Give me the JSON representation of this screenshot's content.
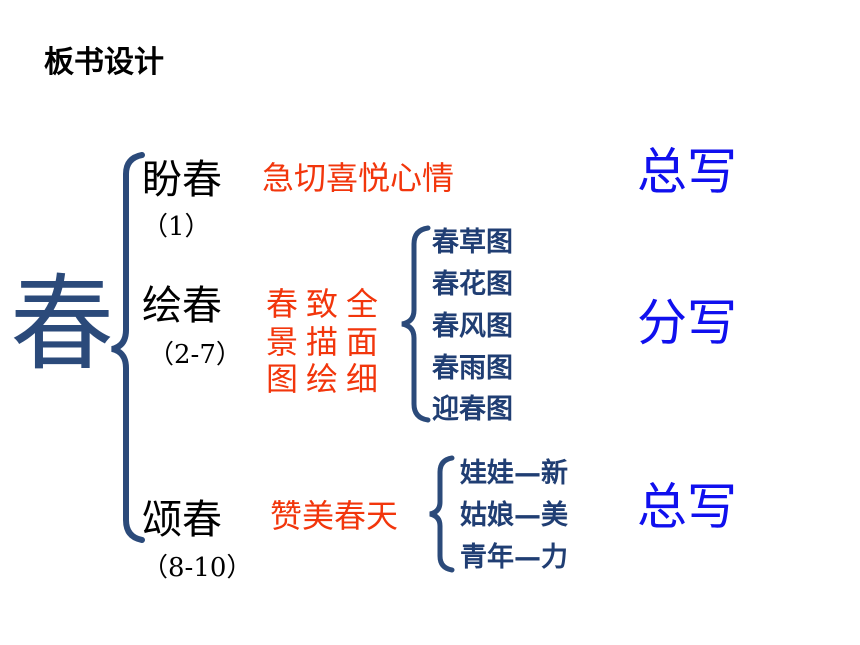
{
  "title": "板书设计",
  "big_char": "春",
  "colors": {
    "red": "#f2360c",
    "navy": "#203e73",
    "blue": "#1010ee",
    "bracket": "#2b4a7a"
  },
  "sections": [
    {
      "heading": "盼春",
      "range": "（1）",
      "desc": "急切喜悦心情",
      "summary": "总写"
    },
    {
      "heading": "绘春",
      "range": "（2-7）",
      "desc_grid": [
        "春",
        "致",
        "全",
        "景",
        "描",
        "面",
        "图",
        "绘",
        "细"
      ],
      "items": [
        "春草图",
        "春花图",
        "春风图",
        "春雨图",
        "迎春图"
      ],
      "summary": "分写"
    },
    {
      "heading": "颂春",
      "range": "（8-10）",
      "desc": "赞美春天",
      "items": [
        "娃娃—新",
        "姑娘—美",
        "青年—力"
      ],
      "summary": "总写"
    }
  ]
}
